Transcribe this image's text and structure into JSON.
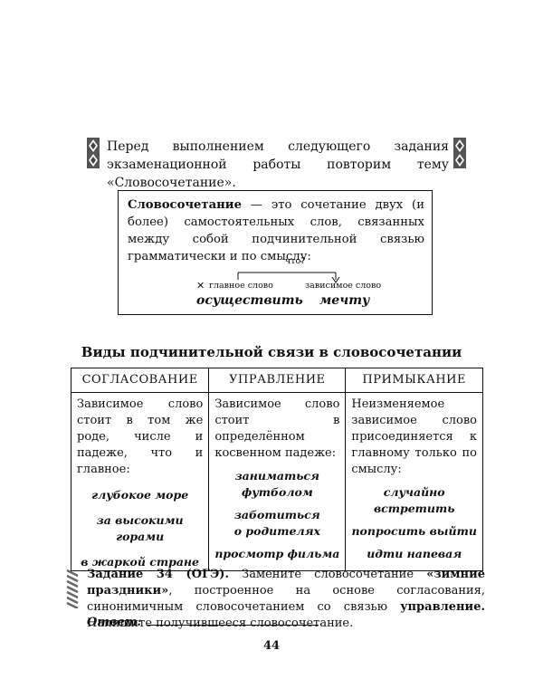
{
  "intro": {
    "text": "Перед выполнением следующего задания экзаменационной работы повторим тему «Словосочетание»."
  },
  "definition": {
    "term": "Словосочетание",
    "text": " — это сочетание двух (и более) самостоятельных слов, связанных между собой подчинительной связью грамматически и по смыслу:",
    "question": "что?",
    "main_label": "главное слово",
    "dependent_label": "зависимое слово",
    "main_word": "осуществить",
    "dependent_word": "мечту"
  },
  "table": {
    "title": "Виды подчинительной связи в словосочетании",
    "columns": [
      {
        "header": "СОГЛАСОВАНИЕ",
        "description": "Зависимое слово стоит в том же роде, числе и падеже, что и главное:",
        "examples": [
          "глубокое море",
          "за высокими горами",
          "в жаркой стране"
        ]
      },
      {
        "header": "УПРАВЛЕНИЕ",
        "description": "Зависимое слово стоит в определённом косвенном падеже:",
        "examples": [
          "заниматься футболом",
          "заботиться о родителях",
          "просмотр фильма"
        ]
      },
      {
        "header": "ПРИМЫКАНИЕ",
        "description": "Неизменяемое зависимое слово присоединяется к главному только по смыслу:",
        "examples": [
          "случайно встретить",
          "попросить выйти",
          "идти напевая"
        ]
      }
    ]
  },
  "task": {
    "label": "Задание 34 (ОГЭ).",
    "text_1": " Замените словосочетание ",
    "phrase": "«зимние праздники»",
    "text_2": ", построенное на основе согласования, синонимичным словосочетанием со связью ",
    "link_type": "управление.",
    "text_3": " Напишите получившееся словосочетание.",
    "answer_label": "Ответ:",
    "answer_end": "."
  },
  "page_number": "44"
}
